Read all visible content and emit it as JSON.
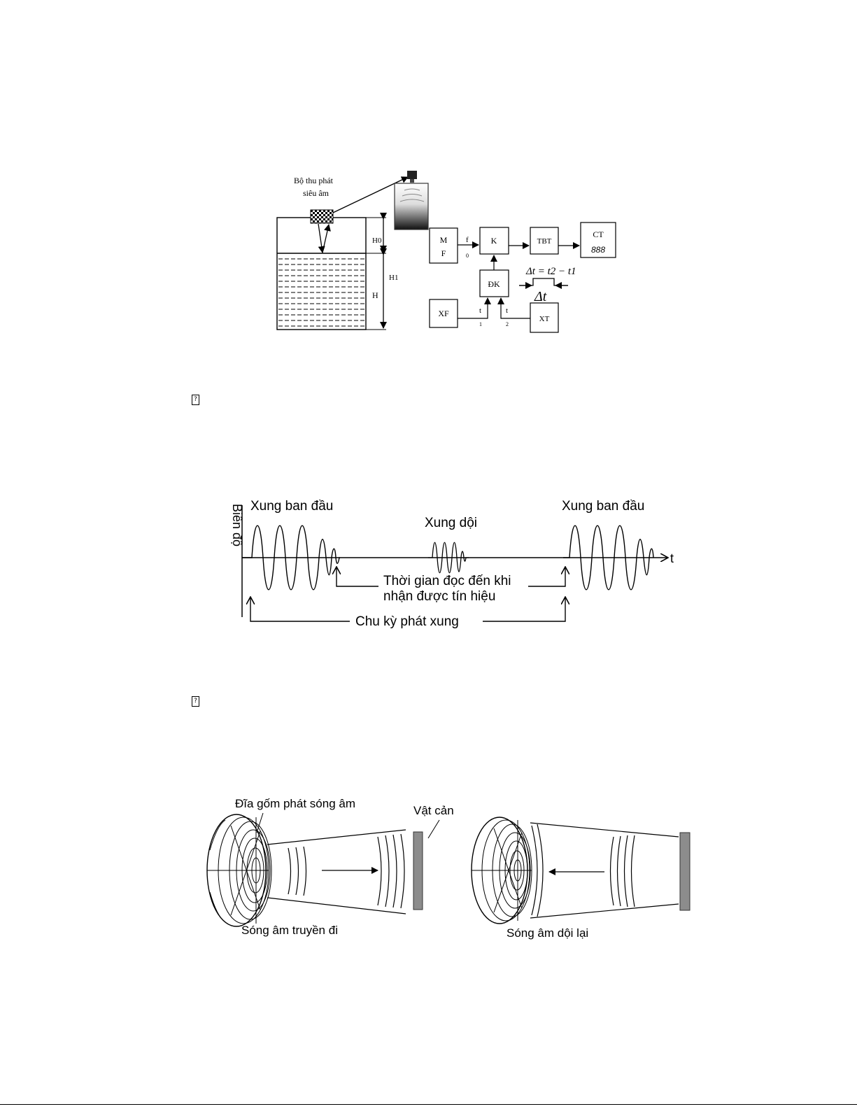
{
  "figure1": {
    "transceiver_label_line1": "Bộ thu phát",
    "transceiver_label_line2": "siêu âm",
    "h0": "H0",
    "h1": "H1",
    "h": "H",
    "blocks": {
      "mf_line1": "M",
      "mf_line2": "F",
      "k": "K",
      "tbt": "TBT",
      "ct": "CT",
      "ct_display": "888",
      "dk": "ĐK",
      "xf": "XF",
      "xt": "XT"
    },
    "signal_f": "f",
    "signal_f_sub": "0",
    "signal_t1": "t",
    "signal_t1_sub": "1",
    "signal_t2": "t",
    "signal_t2_sub": "2",
    "delta_formula": "Δt = t2 − t1",
    "delta_t": "Δt"
  },
  "glyph_marker": "?",
  "figure2": {
    "y_axis_label": "Biên độ",
    "x_axis_label": "t",
    "initial_pulse_left": "Xung ban đầu",
    "echo_pulse": "Xung dội",
    "initial_pulse_right": "Xung ban đầu",
    "time_read_line1": "Thời gian đọc  đến khi",
    "time_read_line2": "nhận được tín hiệu",
    "period": "Chu kỳ phát xung"
  },
  "figure3": {
    "ceramic_disc": "Đĩa gốm phát sóng âm",
    "obstacle": "Vật cản",
    "transmitted": "Sóng âm truyền đi",
    "reflected": "Sóng âm dội lại"
  }
}
